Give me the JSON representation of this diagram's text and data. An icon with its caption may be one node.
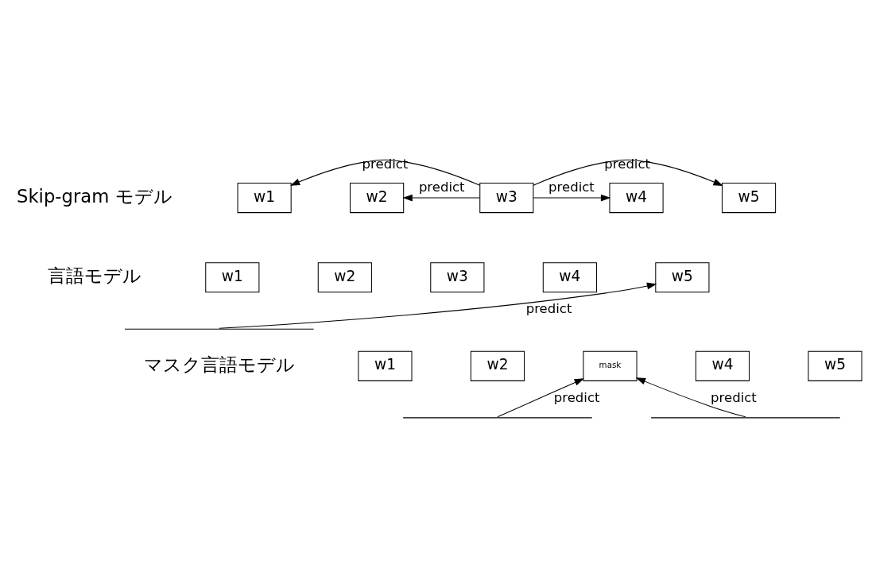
{
  "diagram": {
    "nodes": [
      {
        "text": [
          "w1"
        ]
      },
      {
        "text": [
          "w2"
        ]
      },
      {
        "text": [
          "w3"
        ]
      },
      {
        "text": [
          "w4"
        ]
      },
      {
        "text": [
          "w5"
        ]
      },
      {
        "text": [
          "w1"
        ]
      },
      {
        "text": [
          "w2"
        ]
      },
      {
        "text": [
          "w3"
        ]
      },
      {
        "text": [
          "w4"
        ]
      },
      {
        "text": [
          "w5"
        ]
      },
      {
        "text": [],
        "shape": "bar"
      },
      {
        "text": [
          "w1"
        ]
      },
      {
        "text": [
          "w2"
        ]
      },
      {
        "text": [
          "mask"
        ]
      },
      {
        "text": [
          "w4"
        ]
      },
      {
        "text": [
          "w5"
        ]
      },
      {
        "text": [],
        "shape": "bar"
      },
      {
        "text": [],
        "shape": "bar"
      }
    ],
    "edges": [
      {
        "from": 2,
        "to": 1,
        "arrow": "to",
        "label": "predict"
      },
      {
        "from": 2,
        "to": 3,
        "arrow": "to",
        "label": "predict"
      },
      {
        "from": 2,
        "to": 0,
        "arrow": "to",
        "label": "predict"
      },
      {
        "from": 2,
        "to": 4,
        "arrow": "to",
        "label": "predict"
      },
      {
        "from": 10,
        "to": 9,
        "arrow": "to",
        "label": "predict"
      },
      {
        "from": 16,
        "to": 13,
        "arrow": "to",
        "label": "predict"
      },
      {
        "from": 17,
        "to": 13,
        "arrow": "to",
        "label": "predict"
      }
    ],
    "labels": [
      "Skip-gram モデル",
      "言語モデル",
      "マスク言語モデル"
    ]
  }
}
